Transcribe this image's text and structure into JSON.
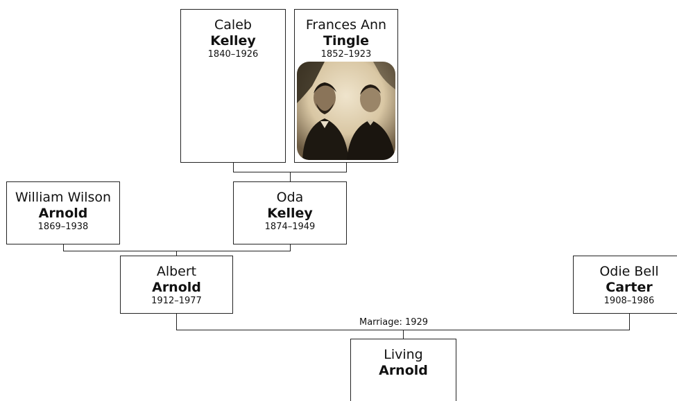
{
  "people": {
    "caleb": {
      "given": "Caleb",
      "surname": "Kelley",
      "years": "1840–1926"
    },
    "frances": {
      "given": "Frances Ann",
      "surname": "Tingle",
      "years": "1852–1923"
    },
    "william": {
      "given": "William Wilson",
      "surname": "Arnold",
      "years": "1869–1938"
    },
    "oda": {
      "given": "Oda",
      "surname": "Kelley",
      "years": "1874–1949"
    },
    "albert": {
      "given": "Albert",
      "surname": "Arnold",
      "years": "1912–1977"
    },
    "odie": {
      "given": "Odie Bell",
      "surname": "Carter",
      "years": "1908–1986"
    },
    "living": {
      "given": "Living",
      "surname": "Arnold"
    }
  },
  "marriage_label": "Marriage: 1929",
  "colors": {
    "line": "#222222",
    "box_border": "#222222",
    "background": "#ffffff"
  }
}
